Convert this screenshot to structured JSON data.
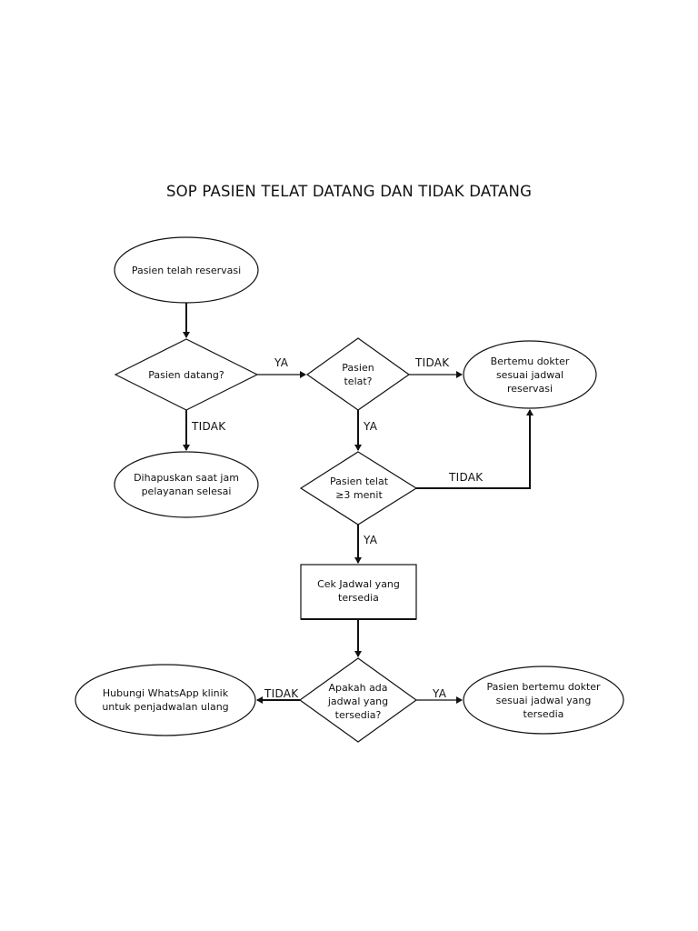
{
  "title": "SOP PASIEN TELAT DATANG DAN TIDAK DATANG",
  "nodes": {
    "start": "Pasien telah reservasi",
    "came_decision": "Pasien datang?",
    "late_decision": "Pasien\ntelat?",
    "meet_reserved": "Bertemu dokter\nsesuai jadwal\nreservasi",
    "removed": "Dihapuskan saat jam\npelayanan selesai",
    "late3_decision": "Pasien telat\n≥3 menit",
    "check_schedule": "Cek Jadwal yang\ntersedia",
    "available_decision": "Apakah ada\njadwal yang\ntersedia?",
    "whatsapp": "Hubungi WhatsApp klinik\nuntuk penjadwalan ulang",
    "meet_available": "Pasien bertemu dokter\nsesuai jadwal yang\ntersedia"
  },
  "edge_labels": {
    "came_yes": "YA",
    "came_no": "TIDAK",
    "late_no": "TIDAK",
    "late_yes": "YA",
    "late3_no": "TIDAK",
    "late3_yes": "YA",
    "available_no": "TIDAK",
    "available_yes": "YA"
  }
}
